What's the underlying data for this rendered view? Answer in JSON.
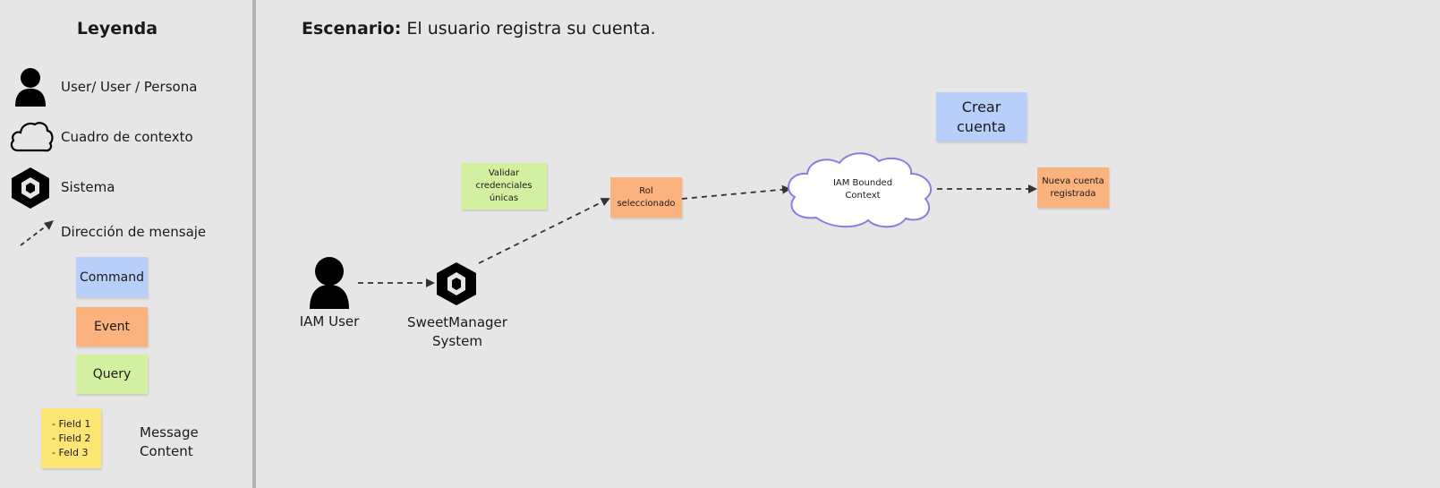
{
  "legend": {
    "title": "Leyenda",
    "items": [
      {
        "icon": "person-icon",
        "label": "User/ User / Persona"
      },
      {
        "icon": "cloud-icon",
        "label": "Cuadro de contexto"
      },
      {
        "icon": "system-hexagon-icon",
        "label": "Sistema"
      },
      {
        "icon": "dashed-arrow-icon",
        "label": "Dirección de mensaje"
      }
    ],
    "stickies": {
      "command": "Command",
      "event": "Event",
      "query": "Query"
    },
    "message": {
      "fields": [
        "- Field 1",
        "- Field 2",
        "- Feld 3"
      ],
      "label_line1": "Message",
      "label_line2": "Content"
    }
  },
  "scenario": {
    "prefix": "Escenario:",
    "text": "El usuario registra su cuenta."
  },
  "diagram": {
    "actor": "IAM User",
    "system_line1": "SweetManager",
    "system_line2": "System",
    "query_note": [
      "Validar",
      "credenciales",
      "únicas"
    ],
    "event_role": [
      "Rol",
      "seleccionado"
    ],
    "context": [
      "IAM Bounded",
      "Context"
    ],
    "command": [
      "Crear",
      "cuenta"
    ],
    "event_result": [
      "Nueva cuenta",
      "registrada"
    ]
  },
  "colors": {
    "command": "#b7cff9",
    "event": "#fbb27d",
    "query": "#d3f0a1",
    "message": "#fde573",
    "cloud_stroke": "#8f7ae0",
    "background": "#e6e6e6"
  }
}
